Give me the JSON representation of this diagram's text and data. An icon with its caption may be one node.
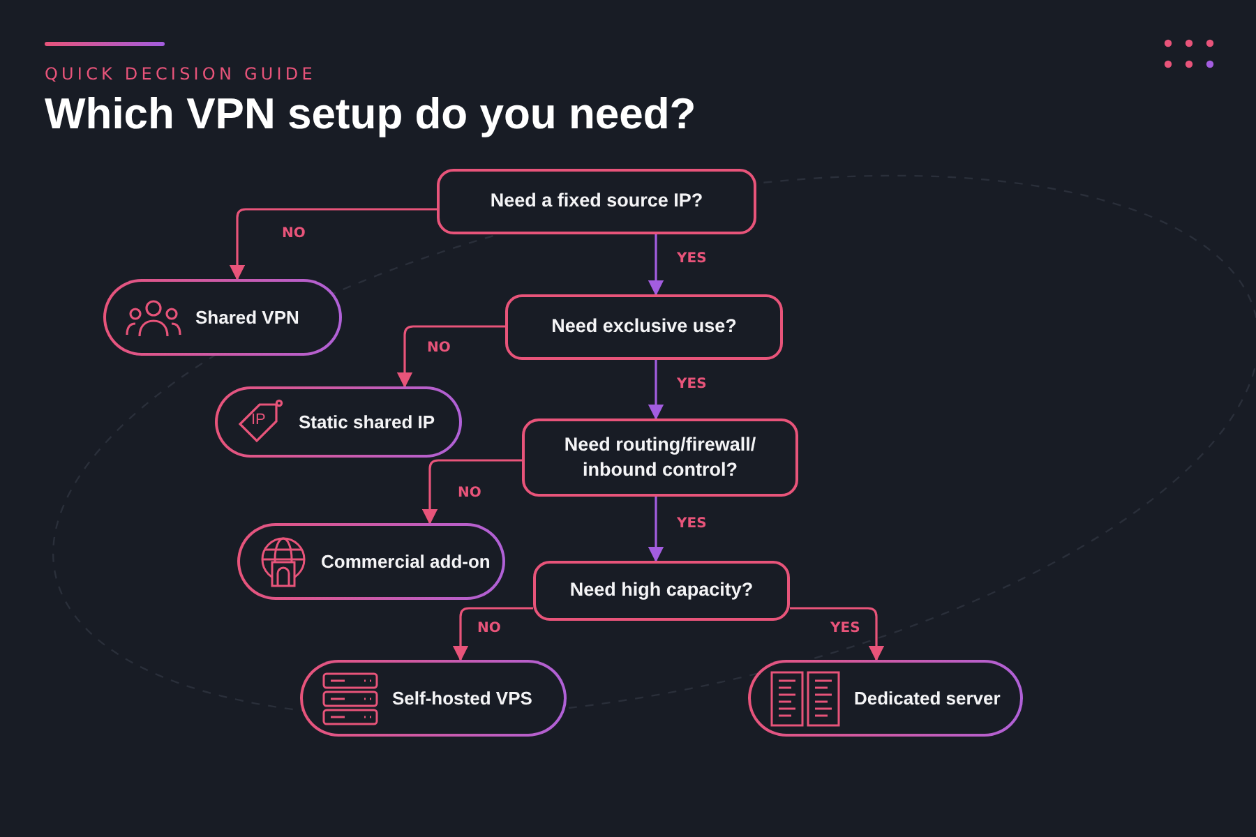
{
  "diagram": {
    "title": "Which VPN setup do you need?",
    "nodes": [
      {
        "text": [
          "Need a fixed source IP?"
        ]
      },
      {
        "text": [
          "Shared VPN"
        ]
      },
      {
        "text": [
          "Need exclusive use?"
        ]
      },
      {
        "text": [
          "IP",
          "Static shared IP"
        ]
      },
      {
        "text": [
          "Need routing/firewall/ inbound control?"
        ]
      },
      {
        "text": [
          "Commercial add-on"
        ]
      },
      {
        "text": [
          "Need high capacity?"
        ]
      },
      {
        "text": [
          "Self-hosted VPS"
        ]
      },
      {
        "text": [
          "Dedicated server"
        ]
      }
    ],
    "edges": [
      {
        "from": 0,
        "to": 1,
        "arrow": "to",
        "label": "NO"
      },
      {
        "from": 0,
        "to": 2,
        "arrow": "to",
        "label": "YES",
        "color": "#a35de0"
      },
      {
        "from": 2,
        "to": 3,
        "arrow": "to",
        "label": "NO"
      },
      {
        "from": 2,
        "to": 4,
        "arrow": "to",
        "label": "YES",
        "color": "#a35de0"
      },
      {
        "from": 4,
        "to": 5,
        "arrow": "to",
        "label": "NO"
      },
      {
        "from": 4,
        "to": 6,
        "arrow": "to",
        "label": "YES",
        "color": "#a35de0"
      },
      {
        "from": 6,
        "to": 7,
        "arrow": "to",
        "label": "NO"
      },
      {
        "from": 6,
        "to": 8,
        "arrow": "to",
        "label": "YES"
      }
    ],
    "labels": [
      "QUICK DECISION GUIDE"
    ]
  }
}
